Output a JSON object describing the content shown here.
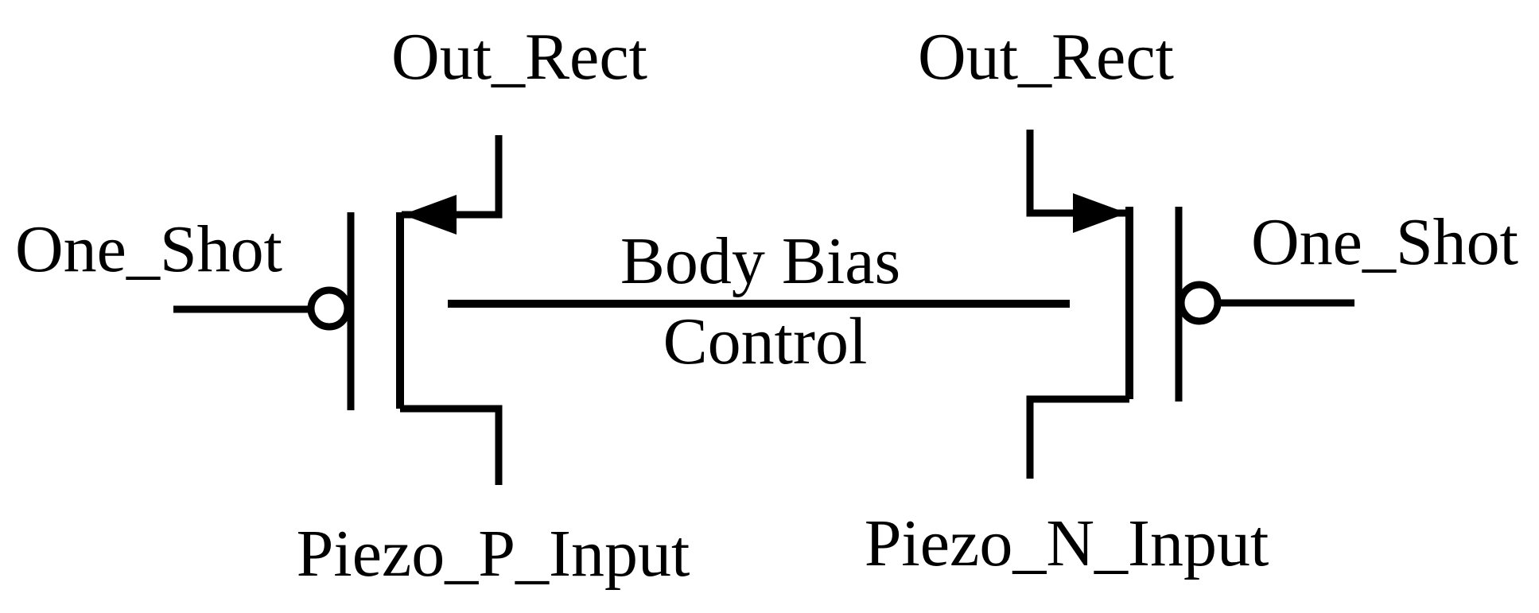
{
  "colors": {
    "ink": "#000000",
    "background": "#ffffff"
  },
  "labels": {
    "out_rect_left": "Out_Rect",
    "out_rect_right": "Out_Rect",
    "one_shot_left": "One_Shot",
    "one_shot_right": "One_Shot",
    "body_bias_top": "Body Bias",
    "body_bias_bottom": "Control",
    "piezo_p_input": "Piezo_P_Input",
    "piezo_n_input": "Piezo_N_Input"
  }
}
